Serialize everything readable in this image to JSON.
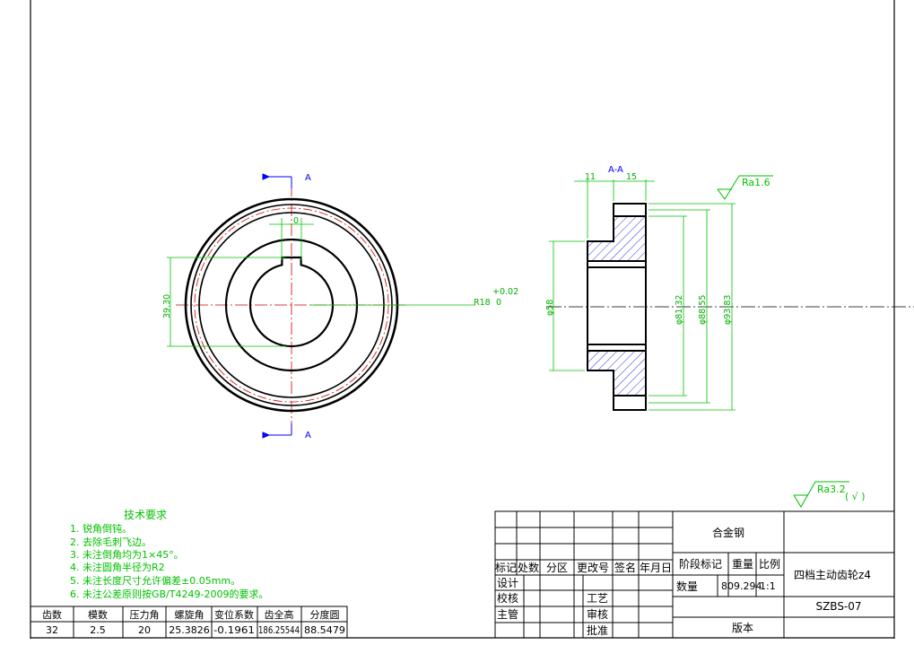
{
  "view_label": "A",
  "section_label": "A-A",
  "dims": {
    "d_key": "0",
    "d_39": "39.30",
    "d_r18": "R18",
    "d_tol_up": "+0.02",
    "d_tol_low": "0",
    "d_58": "φ58",
    "d_81": "φ81.32",
    "d_88": "φ88.55",
    "d_93": "φ93.83",
    "d_11": "11",
    "d_15": "15"
  },
  "roughness": {
    "ra_main": "Ra1.6",
    "ra_other": "Ra3.2",
    "ra_other_suffix": "( √ )"
  },
  "notes": {
    "title": "技术要求",
    "items": [
      "1.  锐角倒钝。",
      "2.  去除毛刺飞边。",
      "3.  未注倒角均为1×45°。",
      "4.  未注圆角半径为R2",
      "5.  未注长度尺寸允许偏差±0.05mm。",
      "6.  未注公差原则按GB/T4249-2009的要求。"
    ]
  },
  "gear_params": {
    "headers": [
      "齿数",
      "模数",
      "压力角",
      "螺旋角",
      "变位系数",
      "齿全高",
      "分度圆"
    ],
    "values": [
      "32",
      "2.5",
      "20",
      "25.3826",
      "-0.1961",
      "186.25544",
      "88.5479"
    ]
  },
  "title_block": {
    "material": "合金钢",
    "part_name": "四档主动齿轮z4",
    "drawing_no": "SZBS-07",
    "rev_headers": [
      "标记",
      "处数",
      "分区",
      "更改号",
      "签名",
      "年月日"
    ],
    "stage_label": "阶段标记",
    "weight_label": "重量",
    "scale_label": "比例",
    "qty_label": "数量",
    "weight_value": "809.294",
    "scale_value": "1:1",
    "design_label": "设计",
    "check_label": "校核",
    "supervisor_label": "主管",
    "craft_label": "工艺",
    "review_label": "审核",
    "approve_label": "批准",
    "version_label": "版本"
  }
}
